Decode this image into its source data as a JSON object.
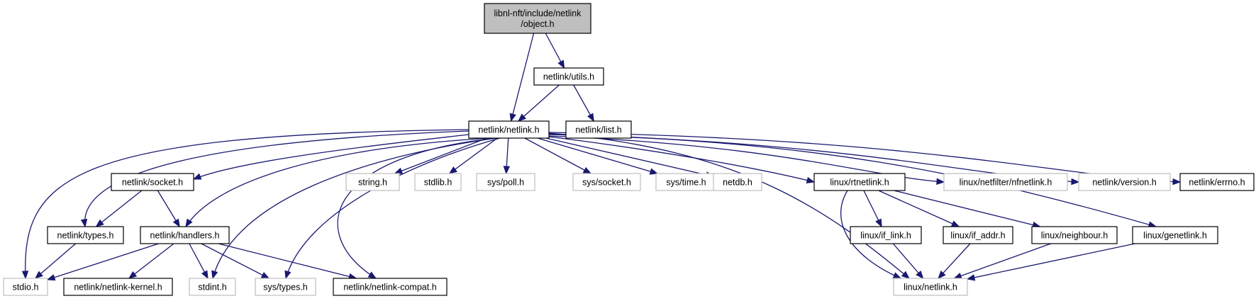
{
  "diagram": {
    "title": "",
    "colors": {
      "edge": "#191970",
      "node_border": "#000000",
      "node_border_muted": "#bfbfbf",
      "root_fill": "#bfbfbf",
      "node_fill": "#ffffff"
    },
    "nodes": [
      {
        "id": "object_h",
        "lines": [
          "libnl-nft/include/netlink",
          "/object.h"
        ],
        "style": "root"
      },
      {
        "id": "utils_h",
        "lines": [
          "netlink/utils.h"
        ],
        "style": "normal"
      },
      {
        "id": "netlink_h",
        "lines": [
          "netlink/netlink.h"
        ],
        "style": "normal"
      },
      {
        "id": "list_h",
        "lines": [
          "netlink/list.h"
        ],
        "style": "normal"
      },
      {
        "id": "socket_h",
        "lines": [
          "netlink/socket.h"
        ],
        "style": "normal"
      },
      {
        "id": "string_h",
        "lines": [
          "string.h"
        ],
        "style": "muted"
      },
      {
        "id": "stdlib_h",
        "lines": [
          "stdlib.h"
        ],
        "style": "muted"
      },
      {
        "id": "poll_h",
        "lines": [
          "sys/poll.h"
        ],
        "style": "muted"
      },
      {
        "id": "syssocket_h",
        "lines": [
          "sys/socket.h"
        ],
        "style": "muted"
      },
      {
        "id": "systime_h",
        "lines": [
          "sys/time.h"
        ],
        "style": "muted"
      },
      {
        "id": "netdb_h",
        "lines": [
          "netdb.h"
        ],
        "style": "muted"
      },
      {
        "id": "rtnetlink_h",
        "lines": [
          "linux/rtnetlink.h"
        ],
        "style": "normal"
      },
      {
        "id": "nfnetlink_h",
        "lines": [
          "linux/netfilter/nfnetlink.h"
        ],
        "style": "muted"
      },
      {
        "id": "version_h",
        "lines": [
          "netlink/version.h"
        ],
        "style": "muted"
      },
      {
        "id": "errno_h",
        "lines": [
          "netlink/errno.h"
        ],
        "style": "normal"
      },
      {
        "id": "types_h",
        "lines": [
          "netlink/types.h"
        ],
        "style": "normal"
      },
      {
        "id": "handlers_h",
        "lines": [
          "netlink/handlers.h"
        ],
        "style": "normal"
      },
      {
        "id": "iflink_h",
        "lines": [
          "linux/if_link.h"
        ],
        "style": "normal"
      },
      {
        "id": "ifaddr_h",
        "lines": [
          "linux/if_addr.h"
        ],
        "style": "normal"
      },
      {
        "id": "neighbour_h",
        "lines": [
          "linux/neighbour.h"
        ],
        "style": "normal"
      },
      {
        "id": "genetlink_h",
        "lines": [
          "linux/genetlink.h"
        ],
        "style": "normal"
      },
      {
        "id": "stdio_h",
        "lines": [
          "stdio.h"
        ],
        "style": "muted"
      },
      {
        "id": "nlkernel_h",
        "lines": [
          "netlink/netlink-kernel.h"
        ],
        "style": "normal"
      },
      {
        "id": "stdint_h",
        "lines": [
          "stdint.h"
        ],
        "style": "muted"
      },
      {
        "id": "systypes_h",
        "lines": [
          "sys/types.h"
        ],
        "style": "muted"
      },
      {
        "id": "nlcompat_h",
        "lines": [
          "netlink/netlink-compat.h"
        ],
        "style": "normal"
      },
      {
        "id": "linuxnetlink_h",
        "lines": [
          "linux/netlink.h"
        ],
        "style": "muted"
      }
    ],
    "edges": [
      {
        "from": "object_h",
        "to": "netlink_h"
      },
      {
        "from": "object_h",
        "to": "utils_h"
      },
      {
        "from": "utils_h",
        "to": "netlink_h"
      },
      {
        "from": "utils_h",
        "to": "list_h"
      },
      {
        "from": "netlink_h",
        "to": "stdio_h"
      },
      {
        "from": "netlink_h",
        "to": "types_h"
      },
      {
        "from": "netlink_h",
        "to": "socket_h"
      },
      {
        "from": "netlink_h",
        "to": "handlers_h"
      },
      {
        "from": "netlink_h",
        "to": "stdint_h"
      },
      {
        "from": "netlink_h",
        "to": "systypes_h"
      },
      {
        "from": "netlink_h",
        "to": "nlcompat_h"
      },
      {
        "from": "netlink_h",
        "to": "string_h"
      },
      {
        "from": "netlink_h",
        "to": "stdlib_h"
      },
      {
        "from": "netlink_h",
        "to": "poll_h"
      },
      {
        "from": "netlink_h",
        "to": "syssocket_h"
      },
      {
        "from": "netlink_h",
        "to": "systime_h"
      },
      {
        "from": "netlink_h",
        "to": "netdb_h"
      },
      {
        "from": "netlink_h",
        "to": "linuxnetlink_h"
      },
      {
        "from": "netlink_h",
        "to": "rtnetlink_h"
      },
      {
        "from": "netlink_h",
        "to": "nfnetlink_h"
      },
      {
        "from": "netlink_h",
        "to": "version_h"
      },
      {
        "from": "netlink_h",
        "to": "errno_h"
      },
      {
        "from": "netlink_h",
        "to": "genetlink_h"
      },
      {
        "from": "socket_h",
        "to": "types_h"
      },
      {
        "from": "socket_h",
        "to": "handlers_h"
      },
      {
        "from": "types_h",
        "to": "stdio_h"
      },
      {
        "from": "handlers_h",
        "to": "stdio_h"
      },
      {
        "from": "handlers_h",
        "to": "nlkernel_h"
      },
      {
        "from": "handlers_h",
        "to": "stdint_h"
      },
      {
        "from": "handlers_h",
        "to": "systypes_h"
      },
      {
        "from": "handlers_h",
        "to": "nlcompat_h"
      },
      {
        "from": "rtnetlink_h",
        "to": "linuxnetlink_h"
      },
      {
        "from": "rtnetlink_h",
        "to": "iflink_h"
      },
      {
        "from": "rtnetlink_h",
        "to": "ifaddr_h"
      },
      {
        "from": "rtnetlink_h",
        "to": "neighbour_h"
      },
      {
        "from": "iflink_h",
        "to": "linuxnetlink_h"
      },
      {
        "from": "ifaddr_h",
        "to": "linuxnetlink_h"
      },
      {
        "from": "neighbour_h",
        "to": "linuxnetlink_h"
      },
      {
        "from": "genetlink_h",
        "to": "linuxnetlink_h"
      }
    ]
  }
}
